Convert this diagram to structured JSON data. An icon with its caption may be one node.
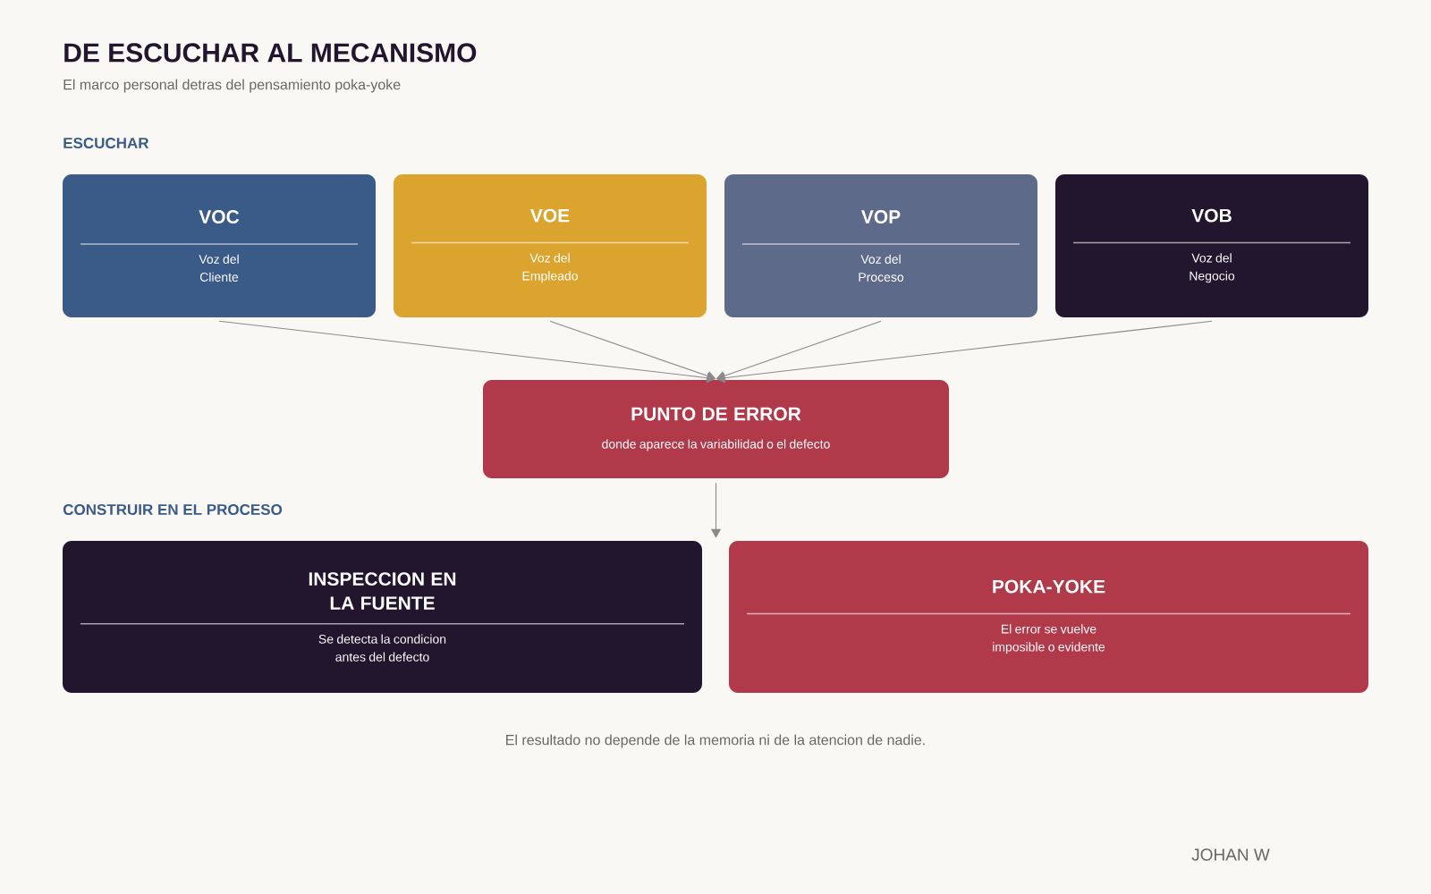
{
  "diagram": {
    "title": "DE ESCUCHAR AL MECANISMO",
    "nodes": [
      {
        "text": [
          "VOC",
          "Voz del Cliente"
        ]
      },
      {
        "text": [
          "VOE",
          "Voz del Empleado"
        ]
      },
      {
        "text": [
          "VOP",
          "Voz del Proceso"
        ]
      },
      {
        "text": [
          "VOB",
          "Voz del Negocio"
        ]
      },
      {
        "text": [
          "PUNTO DE ERROR",
          "donde aparece la variabilidad o el defecto"
        ]
      },
      {
        "text": [
          "INSPECCION EN LA FUENTE",
          "Se detecta la condicion antes del defecto"
        ]
      },
      {
        "text": [
          "POKA-YOKE",
          "El error se vuelve imposible o evidente"
        ]
      }
    ],
    "edges": [
      {
        "from": 0,
        "to": 4,
        "arrow": "to"
      },
      {
        "from": 1,
        "to": 4,
        "arrow": "to"
      },
      {
        "from": 2,
        "to": 4,
        "arrow": "to"
      },
      {
        "from": 3,
        "to": 4,
        "arrow": "to"
      },
      {
        "from": 4,
        "to": 6,
        "arrow": "to"
      }
    ],
    "labels": [
      "El marco personal detras del pensamiento poka-yoke",
      "ESCUCHAR",
      "CONSTRUIR EN EL PROCESO",
      "El resultado no depende de la memoria ni de la atencion de nadie.",
      "JOHAN W"
    ]
  }
}
